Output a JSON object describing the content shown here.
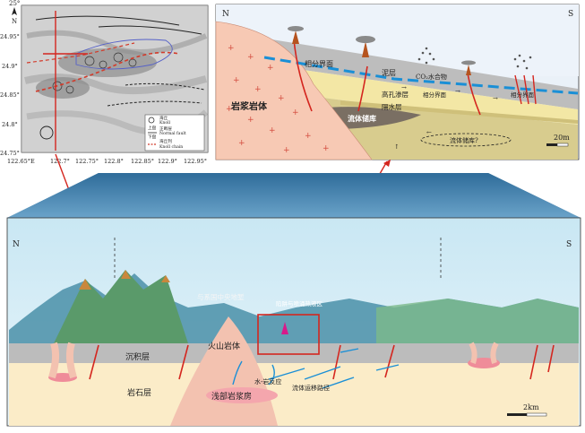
{
  "map_panel": {
    "title_north_glyph": "N",
    "lat_deg_top": "25°",
    "lat_ticks": [
      "24.95°",
      "24.9°",
      "24.85°",
      "24.8°",
      "24.75°"
    ],
    "lon_ticks": [
      "122.65°E",
      "122.7°",
      "122.75°",
      "122.8°",
      "122.85°",
      "122.9°",
      "122.95°"
    ],
    "legend": {
      "knoll_cn": "海丘",
      "knoll_en": "Knoll",
      "fault_cn": "正断层",
      "fault_en": "Normal fault",
      "upthrow_cn": "上盘",
      "downthrow_cn": "下盘",
      "chain_cn": "海丘列",
      "chain_en": "Knoll chain"
    }
  },
  "section_panel": {
    "north_label": "N",
    "south_label": "S",
    "labels": {
      "magma": "岩浆岩体",
      "phase_boundary": "相分界面",
      "mud": "泥层",
      "co2": "CO₂水合物",
      "porous": "高孔渗层",
      "phase_boundary_2": "相分界面",
      "gas": "相分界面",
      "aquitard": "隔水层",
      "reservoir": "流体储库",
      "reservoir_q": "流体储库?"
    },
    "scale": "20m",
    "colors": {
      "phase_line": "#1a8fd6",
      "magma_fill": "#f7c9b4",
      "reservoir_fill": "#7a6f63"
    }
  },
  "block_panel": {
    "north_label": "N",
    "south_label": "S",
    "labels": {
      "link": "与系国中央地堑",
      "vent": "陷阱与喷涌热液区",
      "volcanic": "火山岩体",
      "sediment": "沉积层",
      "rock": "岩石层",
      "water_rock": "水-岩反应",
      "magma_chamber": "浅部岩浆房",
      "fluid_path": "流体运移路径"
    },
    "scale": "2km"
  }
}
